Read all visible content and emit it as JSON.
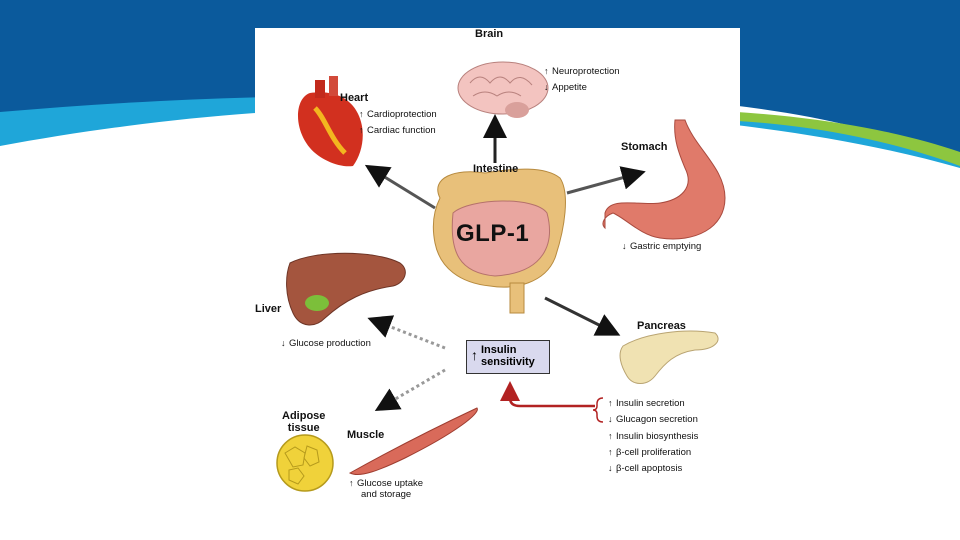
{
  "diagram": {
    "hormone": "GLP-1",
    "source": "Intestine",
    "organs": {
      "brain": {
        "title": "Brain",
        "effects": [
          {
            "dir": "up",
            "text": "Neuroprotection"
          },
          {
            "dir": "down",
            "text": "Appetite"
          }
        ]
      },
      "heart": {
        "title": "Heart",
        "effects": [
          {
            "dir": "up",
            "text": "Cardioprotection"
          },
          {
            "dir": "up",
            "text": "Cardiac function"
          }
        ]
      },
      "stomach": {
        "title": "Stomach",
        "effects": [
          {
            "dir": "down",
            "text": "Gastric emptying"
          }
        ]
      },
      "liver": {
        "title": "Liver",
        "effects": [
          {
            "dir": "down",
            "text": "Glucose production"
          }
        ]
      },
      "pancreas": {
        "title": "Pancreas",
        "effects": [
          {
            "dir": "up",
            "text": "Insulin secretion"
          },
          {
            "dir": "down",
            "text": "Glucagon secretion"
          },
          {
            "dir": "up",
            "text": "Insulin biosynthesis"
          },
          {
            "dir": "up",
            "text": "β-cell proliferation"
          },
          {
            "dir": "down",
            "text": "β-cell apoptosis"
          }
        ]
      },
      "adipose": {
        "title_line1": "Adipose",
        "title_line2": "tissue"
      },
      "muscle": {
        "title": "Muscle",
        "effect_line1": "Glucose uptake",
        "effect_line2": "and storage",
        "effect_dir": "up"
      }
    },
    "insulin_box": {
      "line1": "Insulin",
      "line2": "sensitivity",
      "dir": "up"
    },
    "arrow_glyphs": {
      "up": "↑",
      "down": "↓"
    },
    "colors": {
      "slide_blue": "#0b5a9c",
      "accent_cyan": "#1fa6d9",
      "accent_green": "#8dc63f",
      "feedback_arrow": "#b22222",
      "insulin_box": "#d9d9ee"
    }
  }
}
